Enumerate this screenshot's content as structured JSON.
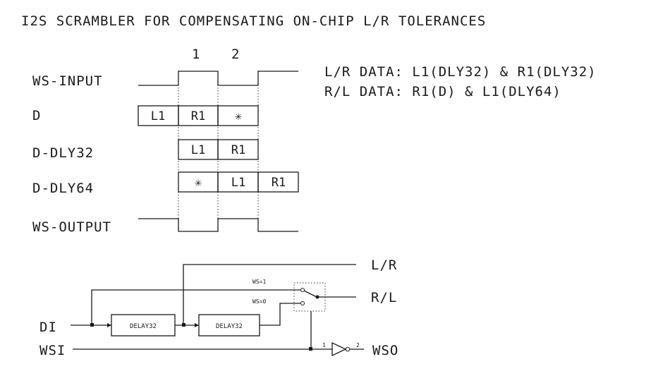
{
  "title": "I2S SCRAMBLER FOR COMPENSATING ON-CHIP L/R TOLERANCES",
  "timing": {
    "slot_labels": [
      "1",
      "2"
    ],
    "rows": {
      "ws_input": "WS-INPUT",
      "d": "D",
      "d_dly32": "D-DLY32",
      "d_dly64": "D-DLY64",
      "ws_output": "WS-OUTPUT"
    },
    "d_cells": [
      "L1",
      "R1",
      "✳"
    ],
    "d_dly32_cells": [
      "L1",
      "R1"
    ],
    "d_dly64_cells": [
      "✳",
      "L1",
      "R1"
    ]
  },
  "notes": {
    "lr": "L/R DATA: L1(DLY32) & R1(DLY32)",
    "rl": "R/L DATA: R1(D) & L1(DLY64)"
  },
  "circuit": {
    "di": "DI",
    "wsi": "WSI",
    "delay1": "DELAY32",
    "delay2": "DELAY32",
    "ws1": "WS=1",
    "ws0": "WS=0",
    "lr_out": "L/R",
    "rl_out": "R/L",
    "wso": "WSO",
    "pin1": "1",
    "pin2": "2"
  }
}
